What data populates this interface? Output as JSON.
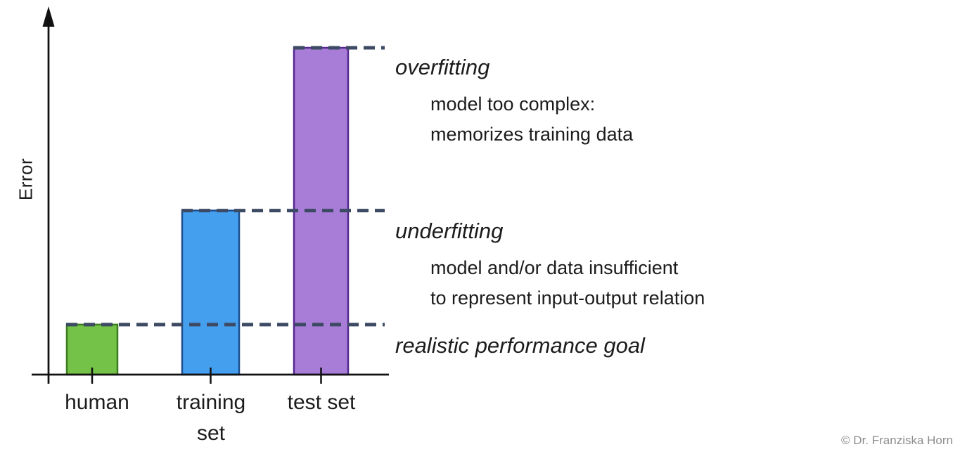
{
  "page": {
    "background": "#ffffff",
    "copyright": "© Dr. Franziska Horn"
  },
  "chart_data": {
    "type": "bar",
    "title": "",
    "xlabel": "",
    "ylabel": "Error",
    "ylim": [
      0,
      1.07
    ],
    "grid": false,
    "legend": "none",
    "axis_color": "#111111",
    "dash_color": "#3d4a63",
    "categories": [
      "human",
      "training set",
      "test set"
    ],
    "bars": [
      {
        "name": "human",
        "label": "human",
        "value": 0.153,
        "fill": "#74c247",
        "stroke": "#3b7d1e",
        "level_label": "realistic performance goal"
      },
      {
        "name": "training-set",
        "label": "training set",
        "value": 0.502,
        "fill": "#459fef",
        "stroke": "#1d4e8f",
        "level_label": "underfitting"
      },
      {
        "name": "test-set",
        "label": "test set",
        "value": 1.0,
        "fill": "#a87dd8",
        "stroke": "#55278f",
        "level_label": "overfitting"
      }
    ],
    "level_lines": "dashed lines mark the top of each bar: overfitting (test set), underfitting (training set), realistic performance goal (human)"
  },
  "annotations": {
    "overfitting": {
      "title": "overfitting",
      "line1": "model too complex:",
      "line2": "memorizes training data"
    },
    "underfitting": {
      "title": "underfitting",
      "line1": "model and/or data insufficient",
      "line2": "to represent input-output relation"
    },
    "goal": {
      "title": "realistic performance goal"
    }
  }
}
